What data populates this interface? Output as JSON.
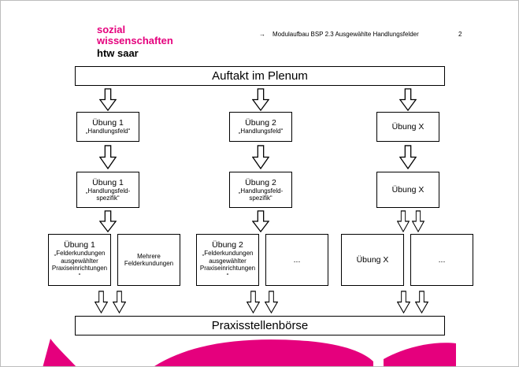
{
  "colors": {
    "accent": "#e5007d"
  },
  "header": {
    "logo": {
      "line1": "sozial",
      "line2": "wissenschaften",
      "line3": "htw saar"
    },
    "marker": "→",
    "title": "Modulaufbau BSP 2.3 Ausgewählte Handlungsfelder",
    "page_number": "2"
  },
  "diagram": {
    "top_box": "Auftakt im Plenum",
    "bottom_box": "Praxisstellenbörse",
    "columns": [
      {
        "r1_title": "Übung 1",
        "r1_sub": "„Handlungsfeld“",
        "r2_title": "Übung 1",
        "r2_sub": "„Handlungsfeld-spezifik“",
        "r3a_title": "Übung 1",
        "r3a_sub": "„Felderkundungen ausgewählter Praxiseinrichtungen “",
        "r3b": "Mehrere Felderkundungen"
      },
      {
        "r1_title": "Übung 2",
        "r1_sub": "„Handlungsfeld“",
        "r2_title": "Übung 2",
        "r2_sub": "„Handlungsfeld-spezifik“",
        "r3a_title": "Übung 2",
        "r3a_sub": "„Felderkundungen ausgewählter Praxiseinrichtungen “",
        "r3b": "..."
      },
      {
        "r1_title": "Übung X",
        "r1_sub": "",
        "r2_title": "Übung X",
        "r2_sub": "",
        "r3a_title": "Übung X",
        "r3a_sub": "",
        "r3b": "..."
      }
    ]
  }
}
